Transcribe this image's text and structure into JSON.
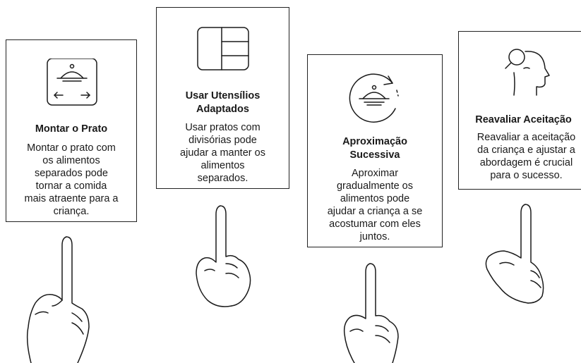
{
  "cards": [
    {
      "icon": "serving-tray-arrows-icon",
      "title": "Montar o Prato",
      "description": "Montar o prato com\nos alimentos\nseparados pode\ntornar a comida\nmais atraente para a\ncriança."
    },
    {
      "icon": "divided-plate-icon",
      "title": "Usar Utensílios\nAdaptados",
      "description": "Usar pratos com\ndivisórias pode\najudar a manter os\nalimentos\nseparados."
    },
    {
      "icon": "serving-tray-cycle-icon",
      "title": "Aproximação\nSucessiva",
      "description": "Aproximar\ngradualmente os\nalimentos pode\najudar a criança a se\nacostumar com eles\njuntos."
    },
    {
      "icon": "head-magnifier-icon",
      "title": "Reavaliar Aceitação",
      "description": "Reavaliar a aceitação\nda criança e ajustar a\nabordagem é crucial\npara o sucesso."
    }
  ]
}
